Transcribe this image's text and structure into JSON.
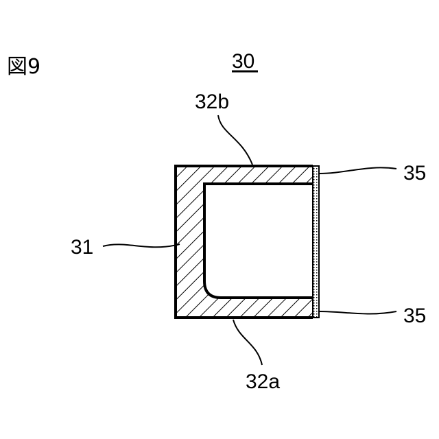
{
  "figure": {
    "title": "図9",
    "ref_main": "30"
  },
  "labels": {
    "top_wall": "32b",
    "bottom_wall": "32a",
    "side_wall": "31",
    "film_top": "35",
    "film_bottom": "35"
  }
}
